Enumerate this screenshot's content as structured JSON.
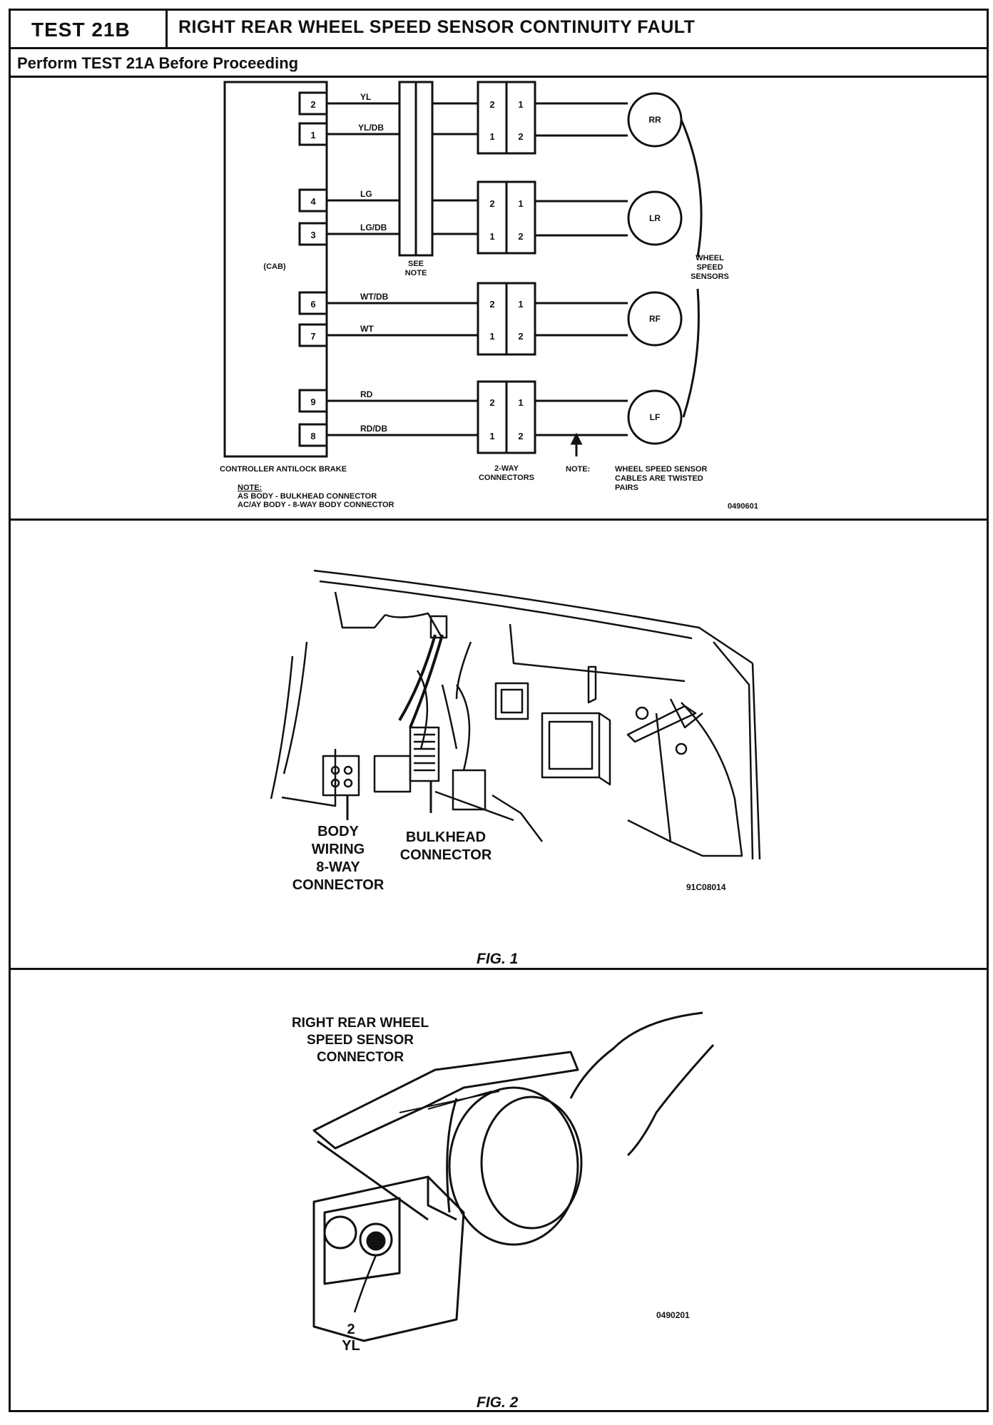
{
  "header": {
    "test_id": "TEST 21B",
    "title": "RIGHT REAR WHEEL SPEED SENSOR CONTINUITY FAULT",
    "subtitle": "Perform TEST 21A Before Proceeding"
  },
  "schematic": {
    "controller_label": "CONTROLLER ANTILOCK BRAKE",
    "cab_label": "(CAB)",
    "see_note": [
      "SEE",
      "NOTE"
    ],
    "pins": [
      {
        "pin": "2",
        "wire": "YL"
      },
      {
        "pin": "1",
        "wire": "YL/DB"
      },
      {
        "pin": "4",
        "wire": "LG"
      },
      {
        "pin": "3",
        "wire": "LG/DB"
      },
      {
        "pin": "6",
        "wire": "WT/DB"
      },
      {
        "pin": "7",
        "wire": "WT"
      },
      {
        "pin": "9",
        "wire": "RD"
      },
      {
        "pin": "8",
        "wire": "RD/DB"
      }
    ],
    "connector_pins": [
      [
        "2",
        "1",
        "1",
        "2"
      ],
      [
        "2",
        "1",
        "1",
        "2"
      ],
      [
        "2",
        "1",
        "1",
        "2"
      ],
      [
        "2",
        "1",
        "1",
        "2"
      ]
    ],
    "sensors": [
      "RR",
      "LR",
      "RF",
      "LF"
    ],
    "wheel_speed_sensors": [
      "WHEEL",
      "SPEED",
      "SENSORS"
    ],
    "two_way_connectors": [
      "2-WAY",
      "CONNECTORS"
    ],
    "note_label": "NOTE:",
    "twisted_note": [
      "WHEEL SPEED SENSOR",
      "CABLES ARE TWISTED",
      "PAIRS"
    ],
    "bottom_note": [
      "NOTE:",
      "AS BODY - BULKHEAD CONNECTOR",
      "AC/AY BODY - 8-WAY BODY CONNECTOR"
    ],
    "figure_code": "0490601"
  },
  "fig1": {
    "label_body": [
      "BODY",
      "WIRING",
      "8-WAY",
      "CONNECTOR"
    ],
    "label_bulkhead": [
      "BULKHEAD",
      "CONNECTOR"
    ],
    "figure_code": "91C08014",
    "caption": "FIG. 1"
  },
  "fig2": {
    "label_connector": [
      "RIGHT REAR WHEEL",
      "SPEED SENSOR",
      "CONNECTOR"
    ],
    "pin_label": [
      "2",
      "YL"
    ],
    "figure_code": "0490201",
    "caption": "FIG. 2"
  }
}
